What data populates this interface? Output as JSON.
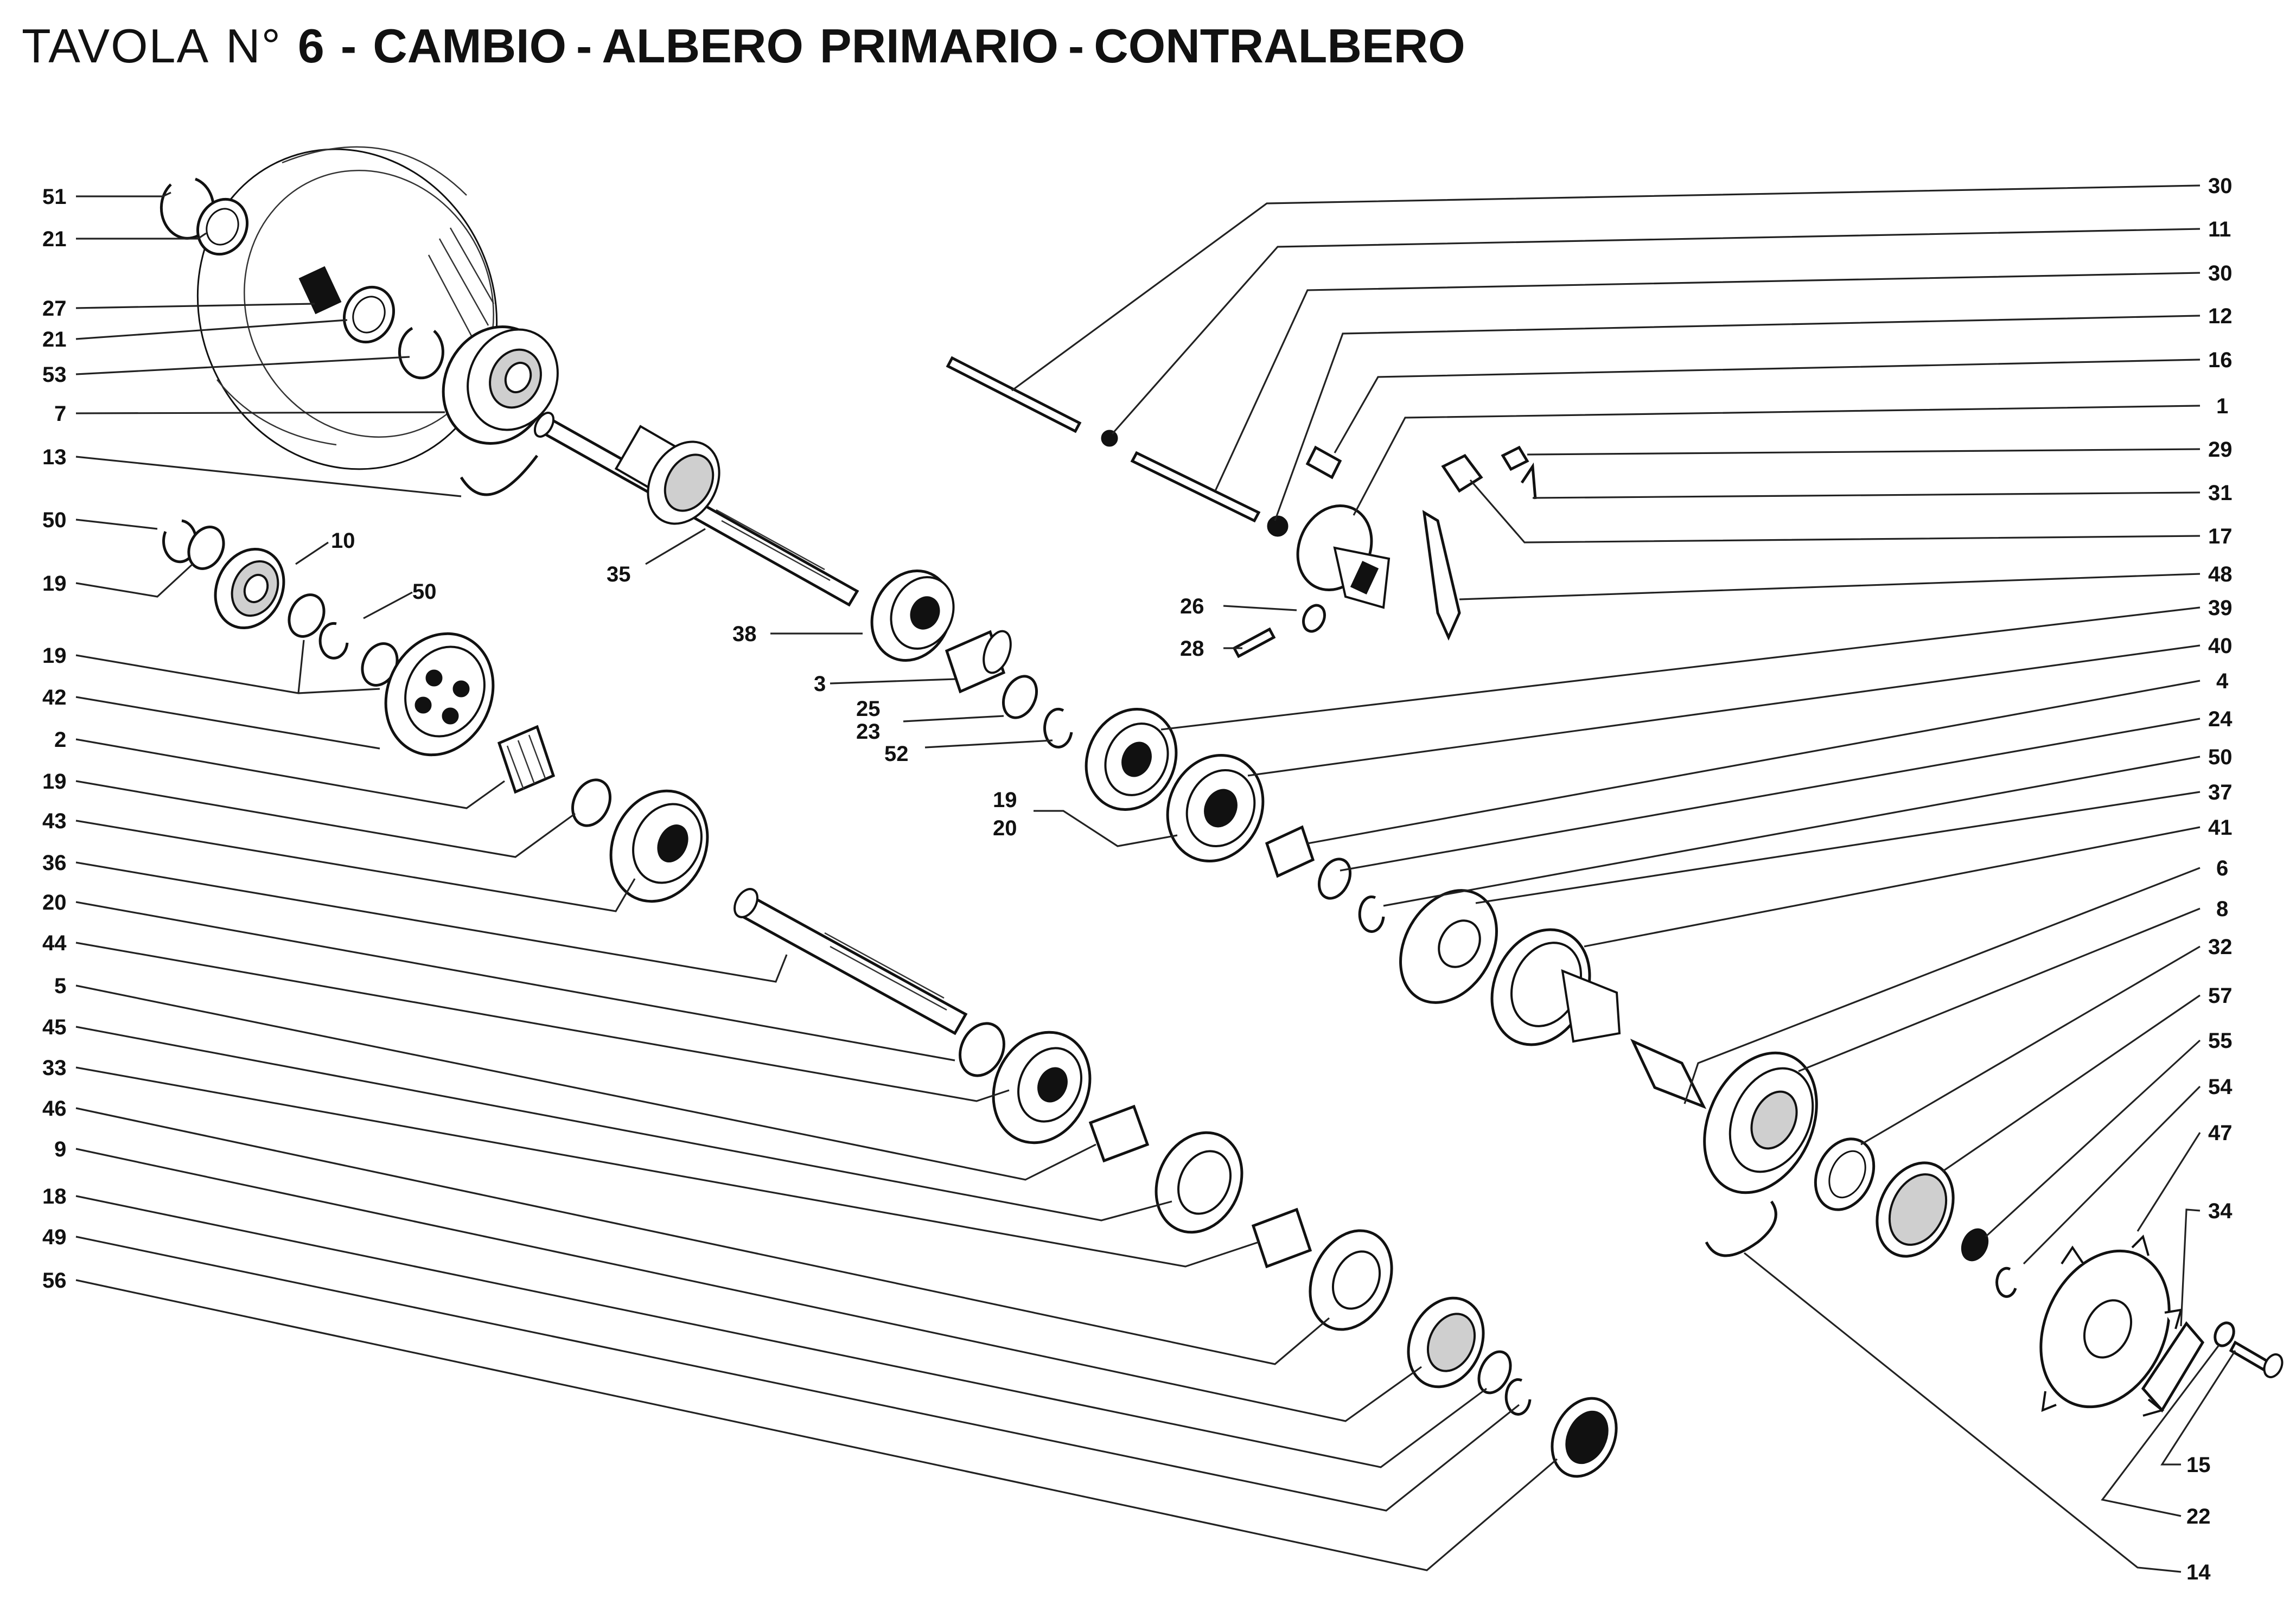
{
  "title": {
    "prefix": "TAVOLA",
    "number_sign": "N°",
    "number": "6",
    "dash": "-",
    "part1": "CAMBIO",
    "part2": "ALBERO",
    "part3": "PRIMARIO",
    "part4": "CONTRALBERO"
  },
  "left_callouts": [
    "51",
    "21",
    "27",
    "21",
    "53",
    "7",
    "13",
    "50",
    "19",
    "19",
    "42",
    "2",
    "19",
    "43",
    "36",
    "20",
    "44",
    "5",
    "45",
    "33",
    "46",
    "9",
    "18",
    "49",
    "56"
  ],
  "right_callouts": [
    "30",
    "11",
    "30",
    "12",
    "16",
    "1",
    "29",
    "31",
    "17",
    "48",
    "39",
    "40",
    "4",
    "24",
    "50",
    "37",
    "41",
    "6",
    "8",
    "32",
    "57",
    "55",
    "54",
    "47",
    "34"
  ],
  "inline_callouts": [
    "10",
    "50",
    "35",
    "38",
    "3",
    "25",
    "23",
    "52",
    "19",
    "20",
    "26",
    "28"
  ],
  "bottom_callouts": [
    "15",
    "22",
    "14"
  ]
}
